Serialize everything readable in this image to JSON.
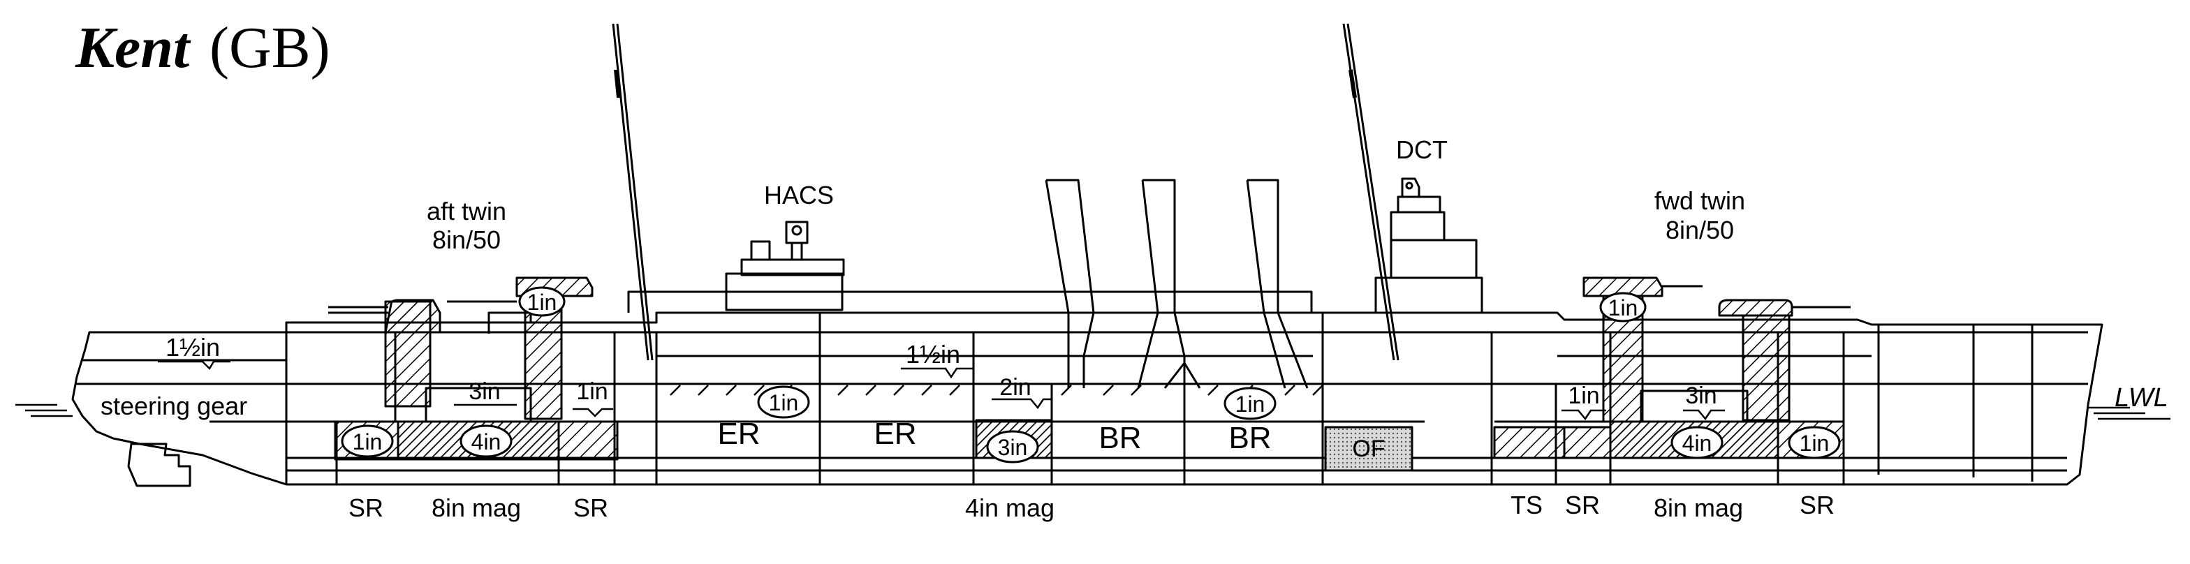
{
  "title": {
    "name": "Kent",
    "suffix": "(GB)"
  },
  "labels": {
    "aft_turret_1": "aft twin",
    "aft_turret_2": "8in/50",
    "hacs": "HACS",
    "dct": "DCT",
    "fwd_turret_1": "fwd twin",
    "fwd_turret_2": "8in/50",
    "lwl": "LWL",
    "steering_gear": "steering gear",
    "er_1": "ER",
    "er_2": "ER",
    "br_1": "BR",
    "br_2": "BR",
    "of": "OF"
  },
  "armour": {
    "aft_barbette": "1in",
    "fwd_barbette": "1in",
    "aft_deck": "1½in",
    "mid_deck": "1½in",
    "aft_mag_roof": "3in",
    "aft_bulkhead": "1in",
    "aft_sr_side": "1in",
    "aft_mag_side": "4in",
    "er_deck": "1in",
    "mag_4in_roof": "2in",
    "mag_4in_side": "3in",
    "br_deck": "1in",
    "fwd_bulkhead": "1in",
    "fwd_mag_roof": "3in",
    "fwd_mag_side": "4in",
    "fwd_sr_side": "1in"
  },
  "compartments_bottom": {
    "sr_aft_1": "SR",
    "mag_aft": "8in mag",
    "sr_aft_2": "SR",
    "mag_4in": "4in mag",
    "ts": "TS",
    "sr_fwd_1": "SR",
    "mag_fwd": "8in mag",
    "sr_fwd_2": "SR"
  }
}
